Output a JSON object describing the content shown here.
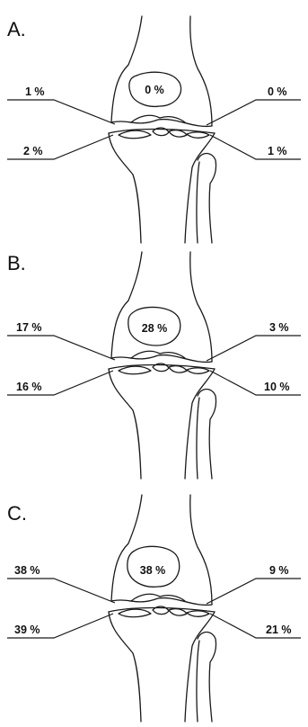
{
  "panels": [
    {
      "label": "A.",
      "center": "0 %",
      "upper_left": "1 %",
      "upper_right": "0 %",
      "lower_left": "2 %",
      "lower_right": "1 %"
    },
    {
      "label": "B.",
      "center": "28 %",
      "upper_left": "17 %",
      "upper_right": "3 %",
      "lower_left": "16 %",
      "lower_right": "10 %"
    },
    {
      "label": "C.",
      "center": "38 %",
      "upper_left": "38 %",
      "upper_right": "9 %",
      "lower_left": "39 %",
      "lower_right": "21 %"
    }
  ]
}
